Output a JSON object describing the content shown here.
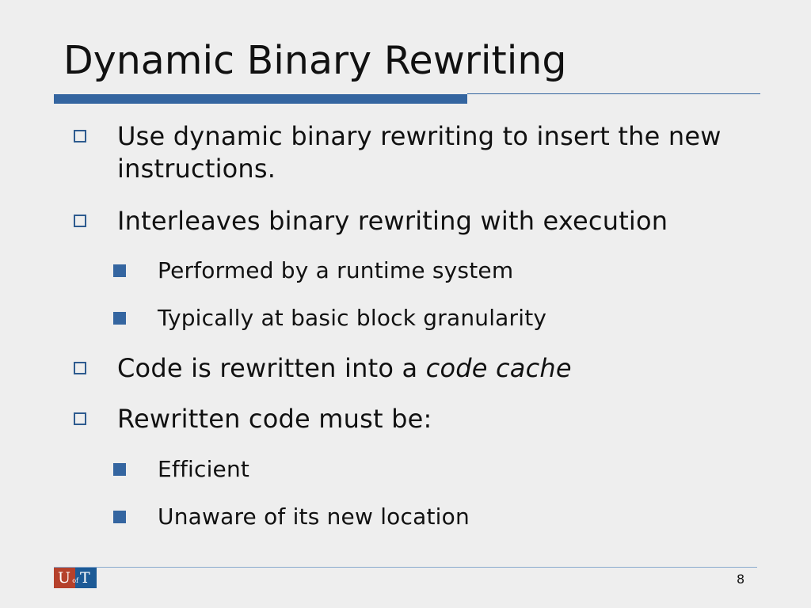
{
  "slide": {
    "title": "Dynamic Binary Rewriting",
    "bullets": [
      {
        "line1": "Use dynamic binary rewriting to insert the new",
        "line2": "instructions."
      },
      {
        "text": "Interleaves binary rewriting with execution",
        "sub": [
          "Performed by a runtime system",
          "Typically at basic block granularity"
        ]
      },
      {
        "text_plain": "Code is rewritten into a ",
        "text_italic": "code cache"
      },
      {
        "text": "Rewritten code must be:",
        "sub": [
          "Efficient",
          "Unaware of its new location"
        ]
      }
    ],
    "page_number": "8"
  },
  "logo": {
    "left_letter": "U",
    "of": "of",
    "right_letter": "T"
  },
  "colors": {
    "background": "#eeeeee",
    "accent": "#3465a0",
    "logo_red": "#b5412b",
    "logo_blue": "#1c5a96"
  },
  "icons": {
    "level1_bullet": "hollow-square-icon",
    "level2_bullet": "filled-square-icon"
  }
}
